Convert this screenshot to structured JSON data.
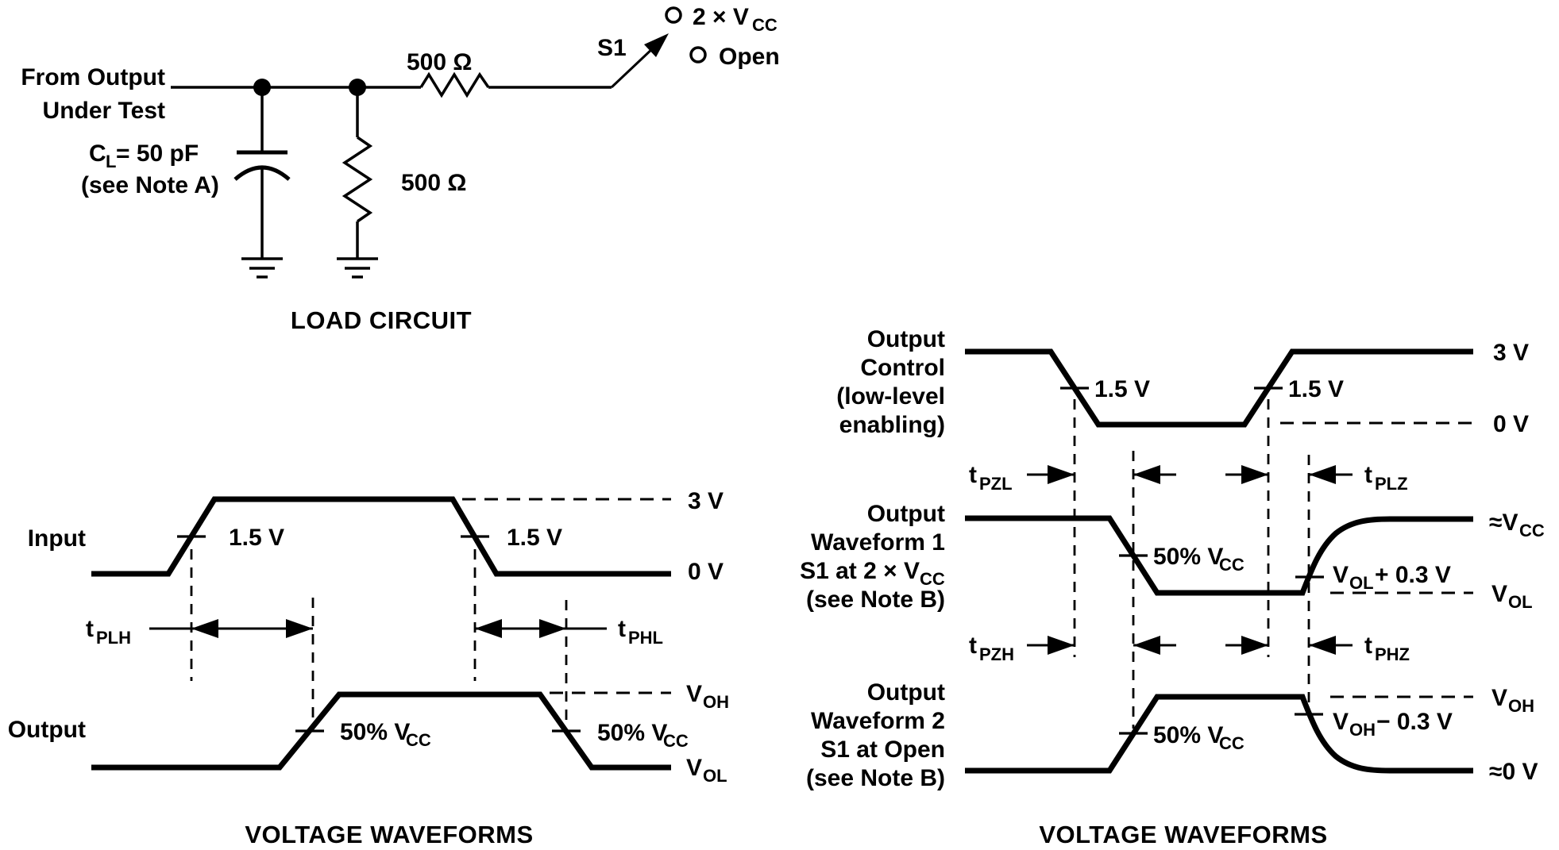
{
  "load_circuit": {
    "source_line1": "From Output",
    "source_line2": "Under Test",
    "cap_label": {
      "main": "C",
      "sub": "L",
      "rest": " = 50 pF"
    },
    "cap_note": "(see Note A)",
    "resistor_top": "500 Ω",
    "resistor_shunt": "500 Ω",
    "switch": "S1",
    "switch_pos1": {
      "main": "2 × V",
      "sub": "CC"
    },
    "switch_pos2": "Open",
    "title": "LOAD CIRCUIT"
  },
  "left_waveforms": {
    "input_label": "Input",
    "output_label": "Output",
    "input_rise_ref": "1.5 V",
    "input_fall_ref": "1.5 V",
    "level_3v": "3 V",
    "level_0v": "0 V",
    "voh": {
      "main": "V",
      "sub": "OH"
    },
    "vol": {
      "main": "V",
      "sub": "OL"
    },
    "out_rise_ref": {
      "main": "50% V",
      "sub": "CC"
    },
    "out_fall_ref": {
      "main": "50% V",
      "sub": "CC"
    },
    "tplh": {
      "main": "t",
      "sub": "PLH"
    },
    "tphl": {
      "main": "t",
      "sub": "PHL"
    },
    "title": "VOLTAGE WAVEFORMS"
  },
  "right_waveforms": {
    "control_label": [
      "Output",
      "Control",
      "(low-level",
      "enabling)"
    ],
    "wf1_label_l1": "Output",
    "wf1_label_l2": "Waveform 1",
    "wf1_label_l3": {
      "main": "S1 at 2 × V",
      "sub": "CC"
    },
    "wf1_label_l4": "(see Note B)",
    "wf2_label": [
      "Output",
      "Waveform 2",
      "S1 at Open",
      "(see Note B)"
    ],
    "ctrl_fall_ref": "1.5 V",
    "ctrl_rise_ref": "1.5 V",
    "level_3v": "3 V",
    "level_0v": "0 V",
    "tpzl": {
      "main": "t",
      "sub": "PZL"
    },
    "tplz": {
      "main": "t",
      "sub": "PLZ"
    },
    "tpzh": {
      "main": "t",
      "sub": "PZH"
    },
    "tphz": {
      "main": "t",
      "sub": "PHZ"
    },
    "wf1_fall_ref": {
      "main": "50% V",
      "sub": "CC"
    },
    "wf2_rise_ref": {
      "main": "50% V",
      "sub": "CC"
    },
    "approx_vcc": {
      "main": "≈V",
      "sub": "CC"
    },
    "vol_plus": {
      "main": "V",
      "sub": "OL",
      "rest": " + 0.3 V"
    },
    "vol": {
      "main": "V",
      "sub": "OL"
    },
    "voh": {
      "main": "V",
      "sub": "OH"
    },
    "voh_minus": {
      "main": "V",
      "sub": "OH",
      "rest": " − 0.3 V"
    },
    "approx_0v": "≈0 V",
    "title": "VOLTAGE WAVEFORMS"
  },
  "colors": {
    "ink": "#000000",
    "background": "#ffffff"
  }
}
